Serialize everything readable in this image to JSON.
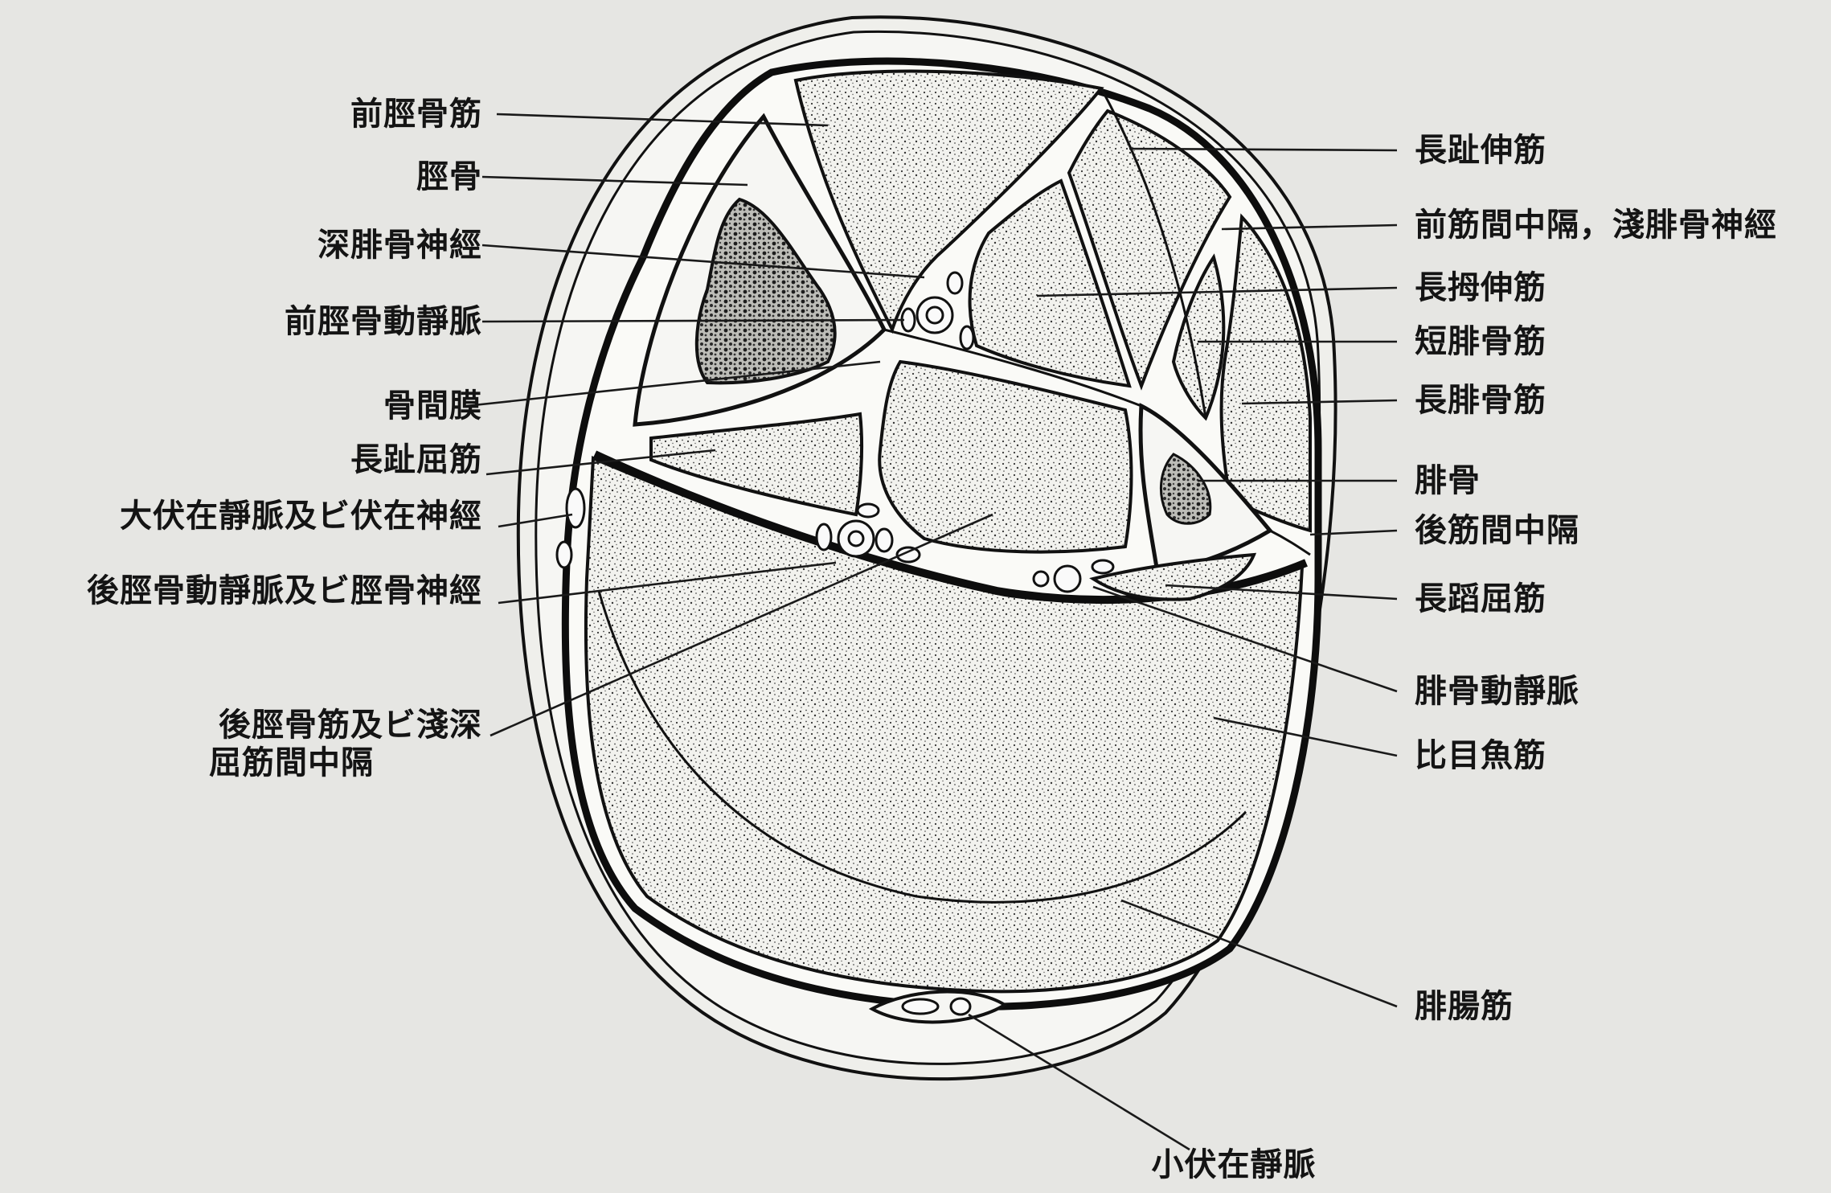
{
  "diagram": {
    "labels": {
      "tibialis_anterior": "前脛骨筋",
      "tibia": "脛骨",
      "deep_peroneal_nerve": "深腓骨神經",
      "anterior_tibial_vessels": "前脛骨動靜脈",
      "interosseous_membrane": "骨間膜",
      "flexor_digitorum_longus": "長趾屈筋",
      "great_saphenous": "大伏在靜脈及ビ伏在神經",
      "posterior_tibial": "後脛骨動靜脈及ビ脛骨神經",
      "posterior_tibial_muscle_line1": "後脛骨筋及ビ淺深",
      "posterior_tibial_muscle_line2": "屈筋間中隔",
      "extensor_digitorum_longus": "長趾伸筋",
      "anterior_septum": "前筋間中隔，淺腓骨神經",
      "extensor_hallucis_longus": "長拇伸筋",
      "peroneus_brevis": "短腓骨筋",
      "peroneus_longus": "長腓骨筋",
      "fibula": "腓骨",
      "posterior_septum": "後筋間中隔",
      "flexor_hallucis_longus": "長蹈屈筋",
      "peroneal_vessels": "腓骨動靜脈",
      "soleus": "比目魚筋",
      "gastrocnemius": "腓腸筋",
      "small_saphenous": "小伏在靜脈"
    }
  }
}
